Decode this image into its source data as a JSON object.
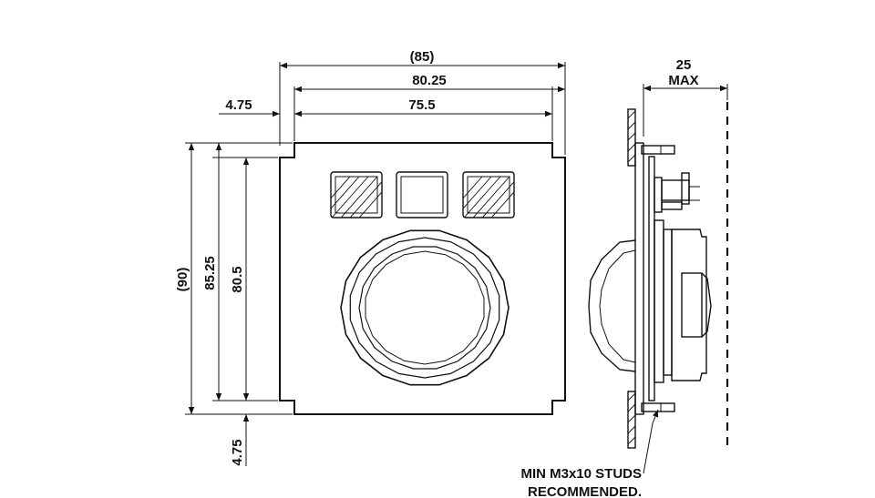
{
  "dimensions": {
    "overall_width": "(85)",
    "width_80": "80.25",
    "width_75": "75.5",
    "offset_left": "4.75",
    "overall_height": "(90)",
    "height_85": "85.25",
    "height_80": "80.5",
    "offset_bottom": "4.75",
    "depth_value": "25",
    "depth_unit": "MAX"
  },
  "note": {
    "line1": "MIN M3x10 STUDS",
    "line2": "RECOMMENDED."
  },
  "colors": {
    "ink": "#111111",
    "background": "#ffffff"
  }
}
